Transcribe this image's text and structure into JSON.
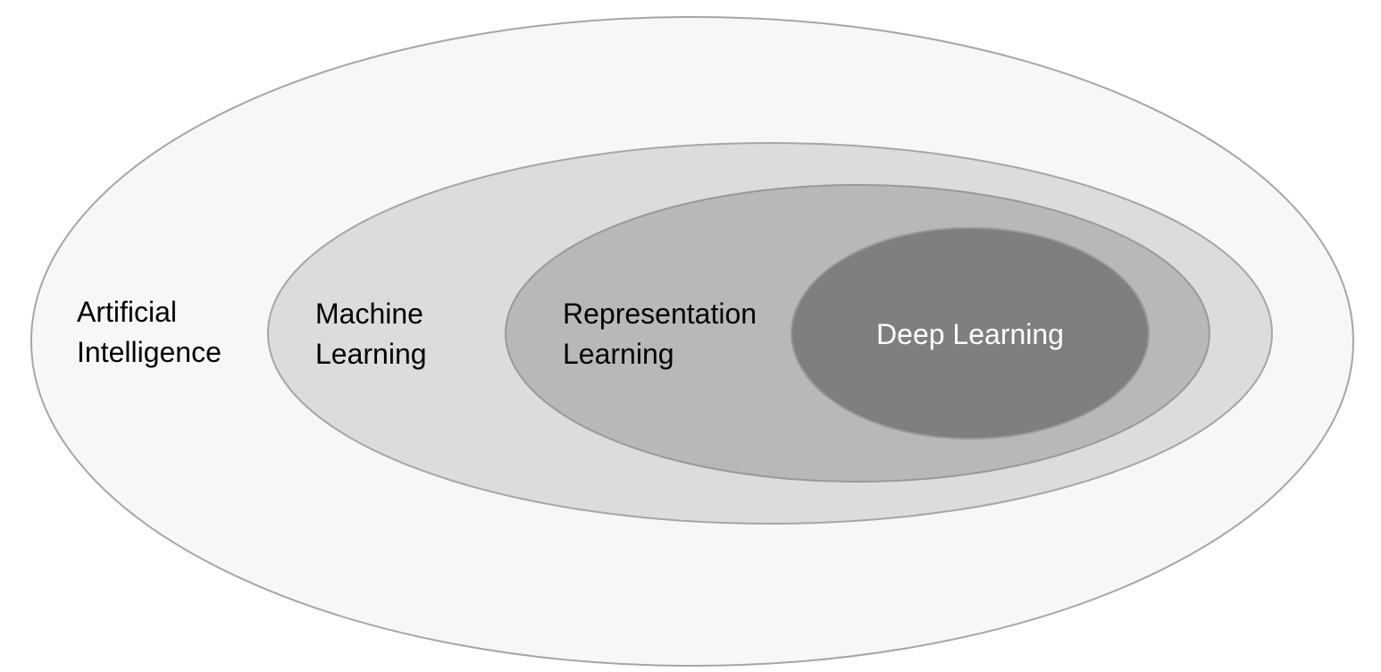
{
  "diagram": {
    "rings": [
      {
        "id": "artificial-intelligence",
        "lines": [
          "Artificial",
          "Intelligence"
        ],
        "fill": "#f7f7f7",
        "stroke": "#a6a6a6",
        "text_color": "#000000"
      },
      {
        "id": "machine-learning",
        "lines": [
          "Machine",
          "Learning"
        ],
        "fill": "#dcdcdc",
        "stroke": "#a6a6a6",
        "text_color": "#000000"
      },
      {
        "id": "representation-learning",
        "lines": [
          "Representation",
          "Learning"
        ],
        "fill": "#b8b8b8",
        "stroke": "#999999",
        "text_color": "#000000"
      },
      {
        "id": "deep-learning",
        "lines": [
          "Deep Learning"
        ],
        "fill": "#7f7f7f",
        "stroke": "#999999",
        "text_color": "#ffffff"
      }
    ]
  }
}
